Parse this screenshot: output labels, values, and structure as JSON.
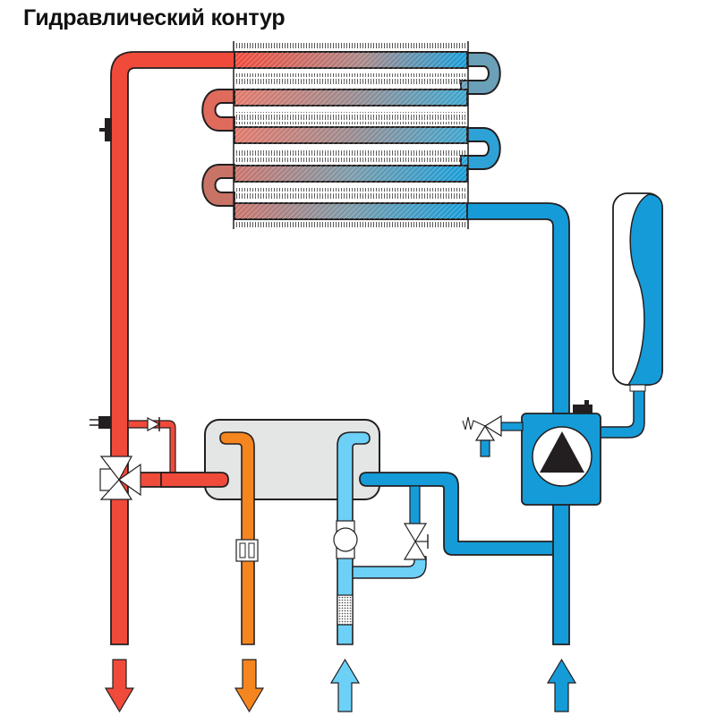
{
  "title": "Гидравлический контур",
  "colors": {
    "hot_heating": "#f04a3b",
    "hot_dhw": "#f5861f",
    "cold_inlet": "#6dd0f6",
    "heating_return": "#159cd8",
    "exchanger_body": "#e4e5e5",
    "outline": "#231f20"
  },
  "components": [
    {
      "id": "primary-heat-exchanger",
      "label": "primary heat exchanger (finned coil, hot→cold gradient)"
    },
    {
      "id": "flow-sensor",
      "label": "temperature sensor on supply pipe"
    },
    {
      "id": "three-way-valve",
      "label": "3-way diverter valve"
    },
    {
      "id": "bypass-check-valve",
      "label": "bypass non-return valve"
    },
    {
      "id": "plate-heat-exchanger",
      "label": "secondary (DHW) plate heat exchanger"
    },
    {
      "id": "dhw-flow-restrictor",
      "label": "flow restrictor"
    },
    {
      "id": "flow-switch",
      "label": "DHW flow sensor"
    },
    {
      "id": "cold-water-filter",
      "label": "cold water filter"
    },
    {
      "id": "fill-valve",
      "label": "filling tap"
    },
    {
      "id": "circulation-pump",
      "label": "circulation pump with air vent"
    },
    {
      "id": "safety-valve",
      "label": "pressure relief valve"
    },
    {
      "id": "expansion-vessel",
      "label": "expansion vessel"
    }
  ],
  "arrows": [
    {
      "id": "heating-flow-out",
      "direction": "down",
      "color_key": "hot_heating"
    },
    {
      "id": "dhw-out",
      "direction": "down",
      "color_key": "hot_dhw"
    },
    {
      "id": "cold-water-in",
      "direction": "up",
      "color_key": "cold_inlet"
    },
    {
      "id": "heating-return-in",
      "direction": "up",
      "color_key": "heating_return"
    }
  ]
}
